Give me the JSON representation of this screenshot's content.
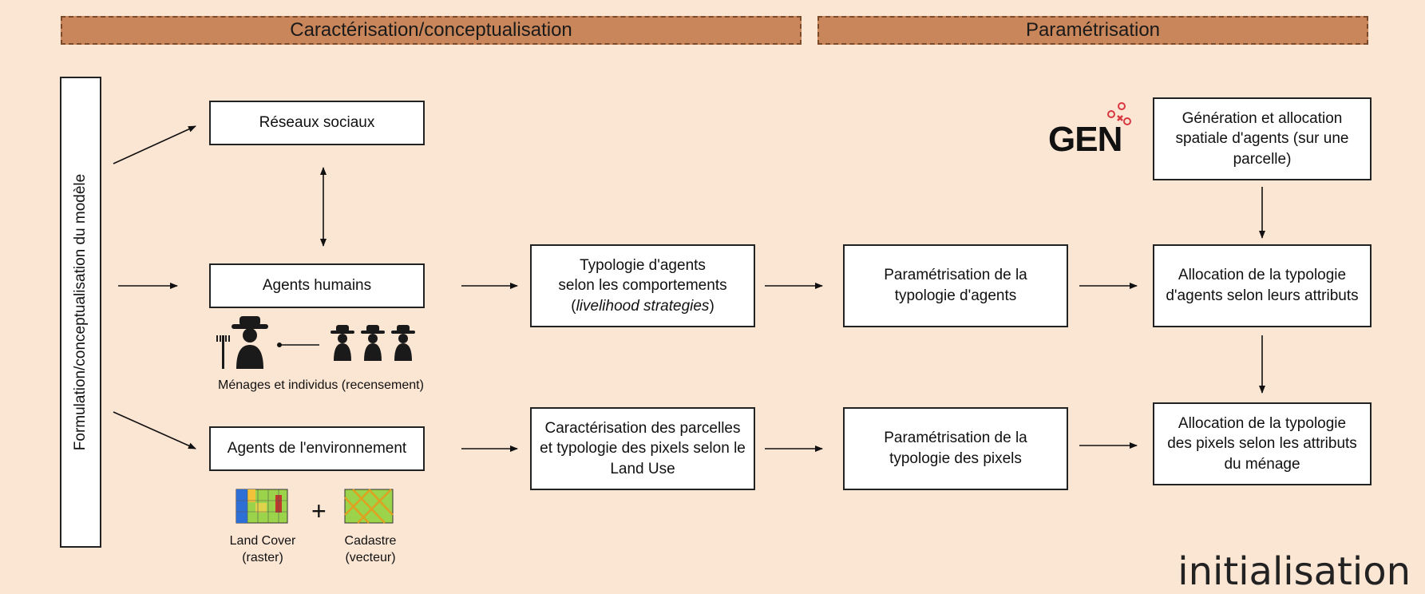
{
  "banners": {
    "characterisation": "Caractérisation/conceptualisation",
    "parametrisation": "Paramétrisation"
  },
  "side_label": "Formulation/conceptualisation du modèle",
  "boxes": {
    "social_networks": "Réseaux sociaux",
    "human_agents": "Agents humains",
    "environment_agents": "Agents de l'environnement",
    "typology_agents_line1": "Typologie d'agents",
    "typology_agents_line2": "selon les comportements",
    "typology_agents_line3_italic": "livelihood strategies",
    "parcel_characterisation": "Caractérisation des parcelles et typologie des pixels selon le Land Use",
    "param_agents": "Paramétrisation de la typologie d'agents",
    "param_pixels": "Paramétrisation de la typologie des pixels",
    "generation": "Génération et allocation spatiale d'agents (sur une parcelle)",
    "allocation_agents": "Allocation de la typologie d'agents selon leurs attributs",
    "allocation_pixels": "Allocation de la typologie des pixels selon les attributs du ménage"
  },
  "captions": {
    "households": "Ménages et individus (recensement)",
    "land_cover": "Land Cover\n(raster)",
    "cadastre": "Cadastre\n(vecteur)",
    "plus": "+"
  },
  "logo_text": "GEN",
  "corner_title": "initialisation",
  "icons": [
    "farmer-icon",
    "farmer-group-icon",
    "land-cover-raster-icon",
    "cadastre-vector-icon",
    "gen-logo-sparkle-icon"
  ]
}
